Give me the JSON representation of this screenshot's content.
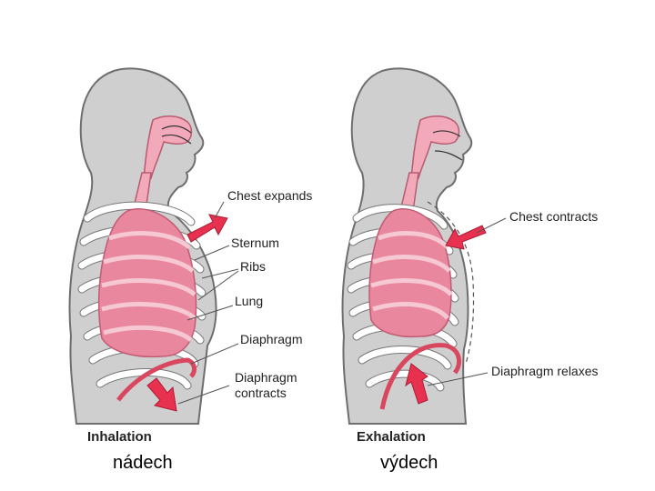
{
  "left_panel": {
    "labels": {
      "chest_expands": "Chest expands",
      "sternum": "Sternum",
      "ribs": "Ribs",
      "lung": "Lung",
      "diaphragm": "Diaphragm",
      "diaphragm_contracts_1": "Diaphragm",
      "diaphragm_contracts_2": "contracts"
    },
    "caption": "Inhalation",
    "caption_cz": "nádech"
  },
  "right_panel": {
    "labels": {
      "chest_contracts": "Chest contracts",
      "diaphragm_relaxes": "Diaphragm relaxes"
    },
    "caption": "Exhalation",
    "caption_cz": "výdech"
  },
  "colors": {
    "body": "#cfcfcf",
    "lung": "#e9879e",
    "arrow": "#e8304f"
  }
}
